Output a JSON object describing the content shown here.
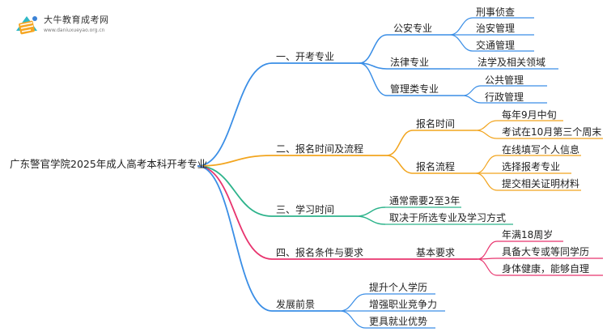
{
  "logo": {
    "title": "大牛教育成考网",
    "url": "www.daniuxueyao.org.cn",
    "colors": {
      "orange": "#f5a623",
      "blue": "#3b82d6",
      "teal": "#2fb8c6"
    }
  },
  "root": {
    "label": "广东警官学院2025年成人高考本科开考专业"
  },
  "branches": [
    {
      "label": "一、开考专业",
      "color": "#3a8ee6",
      "children": [
        {
          "label": "公安专业",
          "children": [
            {
              "label": "刑事侦查"
            },
            {
              "label": "治安管理"
            },
            {
              "label": "交通管理"
            }
          ]
        },
        {
          "label": "法律专业",
          "children": [
            {
              "label": "法学及相关领域"
            }
          ]
        },
        {
          "label": "管理类专业",
          "children": [
            {
              "label": "公共管理"
            },
            {
              "label": "行政管理"
            }
          ]
        }
      ]
    },
    {
      "label": "二、报名时间及流程",
      "color": "#f2a51f",
      "children": [
        {
          "label": "报名时间",
          "children": [
            {
              "label": "每年9月中旬"
            },
            {
              "label": "考试在10月第三个周末"
            }
          ]
        },
        {
          "label": "报名流程",
          "children": [
            {
              "label": "在线填写个人信息"
            },
            {
              "label": "选择报考专业"
            },
            {
              "label": "提交相关证明材料"
            }
          ]
        }
      ]
    },
    {
      "label": "三、学习时间",
      "color": "#2db38b",
      "children": [
        {
          "label": "通常需要2至3年"
        },
        {
          "label": "取决于所选专业及学习方式"
        }
      ]
    },
    {
      "label": "四、报名条件与要求",
      "color": "#e8346e",
      "children": [
        {
          "label": "基本要求",
          "children": [
            {
              "label": "年满18周岁"
            },
            {
              "label": "具备大专或等同学历"
            },
            {
              "label": "身体健康，能够自理"
            }
          ]
        }
      ]
    },
    {
      "label": "发展前景",
      "color": "#3a8ee6",
      "children": [
        {
          "label": "提升个人学历"
        },
        {
          "label": "增强职业竞争力"
        },
        {
          "label": "更具就业优势"
        }
      ]
    }
  ]
}
